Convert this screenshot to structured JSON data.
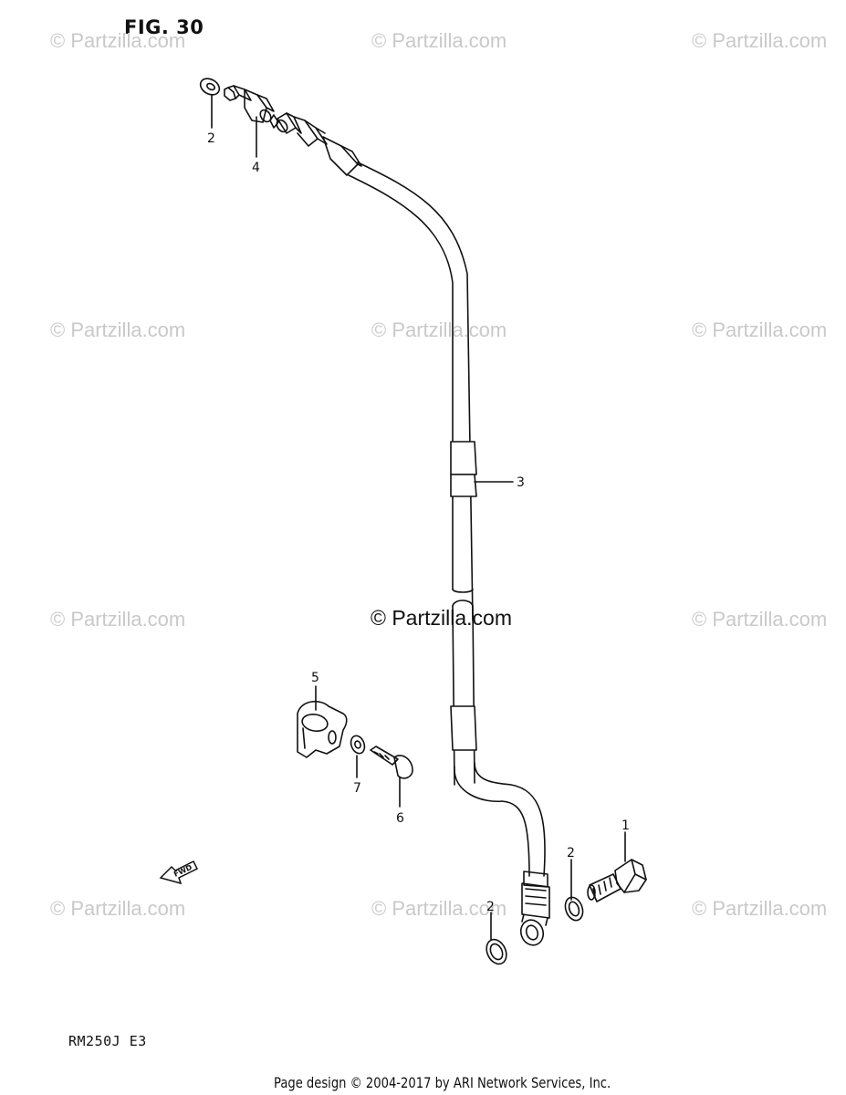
{
  "figure": {
    "title": "FIG. 30"
  },
  "watermark": {
    "text": "© Partzilla.com",
    "center_text": "© Partzilla.com"
  },
  "callouts": {
    "washer_top": "2",
    "union_bolt_top": "4",
    "brake_hose": "3",
    "clamp": "5",
    "washer_small": "7",
    "bolt": "6",
    "union_bolt_bottom": "1",
    "washer_bottom_right": "2",
    "washer_bottom_left": "2"
  },
  "fwd_label": "FWD",
  "model_code": "RM250J  E3",
  "footer": "Page design © 2004-2017 by ARI Network Services, Inc."
}
